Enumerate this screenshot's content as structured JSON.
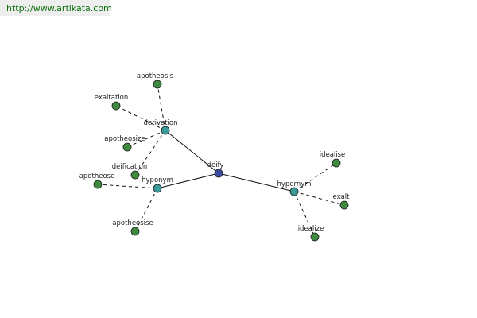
{
  "source": {
    "url": "http://www.artikata.com"
  },
  "colors": {
    "root_node": "#3b4a9e",
    "category_node": "#3b9a9a",
    "word_node": "#3e8a3e",
    "node_outline": "#1a1a1a",
    "edge": "#111111"
  },
  "graph": {
    "root": {
      "label": "deify"
    },
    "categories": [
      {
        "label": "derivation",
        "words": [
          "apotheosis",
          "exaltation",
          "apotheosize",
          "deification"
        ]
      },
      {
        "label": "hyponym",
        "words": [
          "apotheose",
          "apotheosise"
        ]
      },
      {
        "label": "hypernym",
        "words": [
          "idealise",
          "exalt",
          "idealize"
        ]
      }
    ]
  }
}
